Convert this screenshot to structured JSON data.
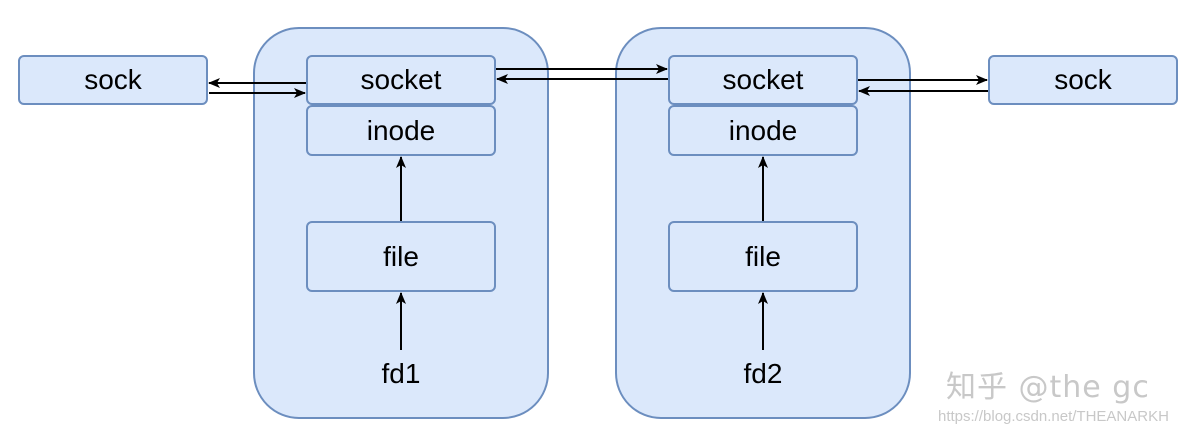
{
  "colors": {
    "fill": "#dbe8fb",
    "stroke": "#6c8ebf",
    "arrow": "#000000",
    "watermark": "#c8c8c8"
  },
  "left_sock": {
    "label": "sock"
  },
  "right_sock": {
    "label": "sock"
  },
  "groups": [
    {
      "socket": "socket",
      "inode": "inode",
      "file": "file",
      "fd": "fd1"
    },
    {
      "socket": "socket",
      "inode": "inode",
      "file": "file",
      "fd": "fd2"
    }
  ],
  "watermark": {
    "brand": "知乎 @the gc",
    "url": "https://blog.csdn.net/THEANARKH"
  }
}
